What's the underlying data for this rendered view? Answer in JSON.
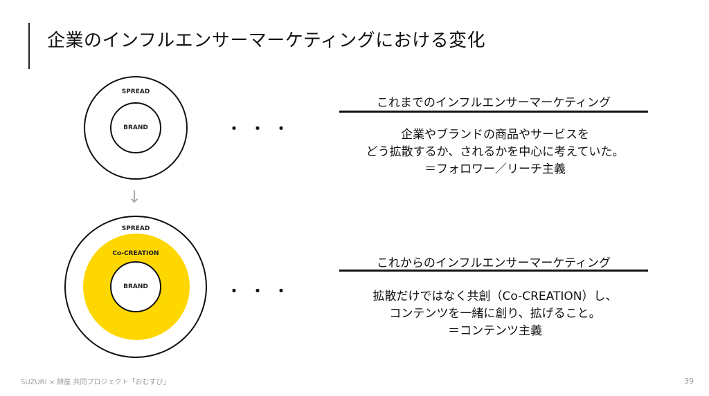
{
  "title": "企業のインフルエンサーマーケティングにおける変化",
  "diagram_before": {
    "outer": "SPREAD",
    "inner": "BRAND"
  },
  "diagram_after": {
    "outer": "SPREAD",
    "middle": "Co-CREATION",
    "inner": "BRAND"
  },
  "ellipsis": "・・・",
  "arrow": "↓",
  "before": {
    "heading": "これまでのインフルエンサーマーケティング",
    "lines": [
      "企業やブランドの商品やサービスを",
      "どう拡散するか、されるかを中心に考えていた。",
      "＝フォロワー／リーチ主義"
    ]
  },
  "after": {
    "heading": "これからのインフルエンサーマーケティング",
    "lines": [
      "拡散だけではなく共創（Co-CREATION）し、",
      "コンテンツを一緒に創り、拡げること。",
      "＝コンテンツ主義"
    ]
  },
  "footer": "SUZURI × 餅屋 共同プロジェクト「おむすび」",
  "page_number": "39",
  "colors": {
    "accent": "#FFD700"
  }
}
